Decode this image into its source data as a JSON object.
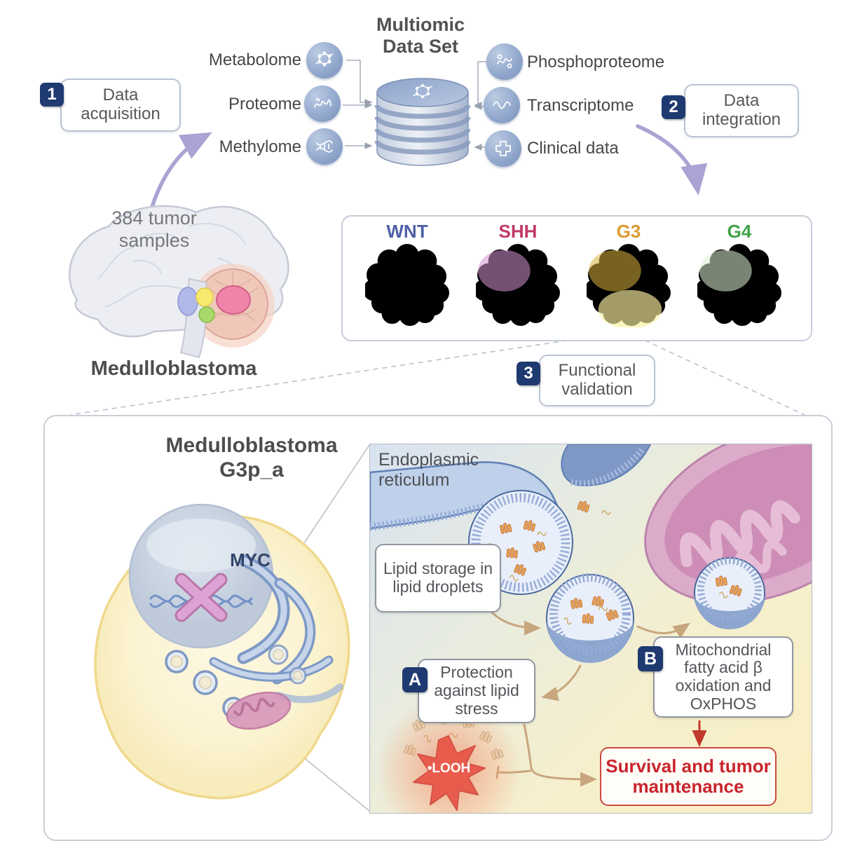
{
  "steps": [
    {
      "number": "1",
      "label": "Data acquisition"
    },
    {
      "number": "2",
      "label": "Data integration"
    },
    {
      "number": "3",
      "label": "Functional validation"
    }
  ],
  "dataset": {
    "title_line1": "Multiomic",
    "title_line2": "Data Set",
    "left_items": [
      {
        "label": "Metabolome",
        "icon": "molecule-icon"
      },
      {
        "label": "Proteome",
        "icon": "protein-icon"
      },
      {
        "label": "Methylome",
        "icon": "dna-icon"
      }
    ],
    "right_items": [
      {
        "label": "Phosphoproteome",
        "icon": "phosphoprotein-icon"
      },
      {
        "label": "Transcriptome",
        "icon": "wave-icon"
      },
      {
        "label": "Clinical data",
        "icon": "medical-cross-icon"
      }
    ]
  },
  "brain": {
    "samples_line1": "384 tumor",
    "samples_line2": "samples",
    "caption": "Medulloblastoma"
  },
  "subtypes": [
    {
      "name": "WNT",
      "color": "#4f5fa8",
      "cell": "#7e97d0",
      "cell_edge": "#5c77b8",
      "cell_nucleus": "#6a84c2",
      "patch": "transparent",
      "patch2": "transparent"
    },
    {
      "name": "SHH",
      "color": "#c23a67",
      "cell": "#ed8f94",
      "cell_edge": "#d4606e",
      "cell_nucleus": "#e2737e",
      "patch": "#cf93cf",
      "patch2": "transparent"
    },
    {
      "name": "G3",
      "color": "#dc9b2d",
      "cell": "#f4b45c",
      "cell_edge": "#d98f3a",
      "cell_nucleus": "#eda34a",
      "patch": "#d9b23c",
      "patch2": "#faf0a0"
    },
    {
      "name": "G4",
      "color": "#41a347",
      "cell": "#8fc87c",
      "cell_edge": "#5fa54e",
      "cell_nucleus": "#79b966",
      "patch": "#dff0d4",
      "patch2": "transparent"
    }
  ],
  "validation": {
    "title_line1": "Medulloblastoma",
    "title_line2": "G3p_a",
    "myc": "MYC",
    "er_label_line1": "Endoplasmic",
    "er_label_line2": "reticulum",
    "lipid_storage": "Lipid storage in lipid droplets",
    "a_badge": "A",
    "a_label": "Protection against lipid stress",
    "b_badge": "B",
    "b_label": "Mitochondrial fatty acid β oxidation and OxPHOS",
    "looh": "•LOOH",
    "survival": "Survival and tumor maintenance"
  },
  "palette": {
    "badge_navy": "#1e3a70",
    "arrow_purple": "#aaa4d4",
    "arrow_tan": "#c8a67e",
    "arrow_red": "#c0392b",
    "survival_red": "#c9242c",
    "looh_star": "#e04343",
    "er_blue": "#bfd1ea",
    "mito_pink": "#dcabca",
    "cell_yellow": "#fbf2cf"
  }
}
